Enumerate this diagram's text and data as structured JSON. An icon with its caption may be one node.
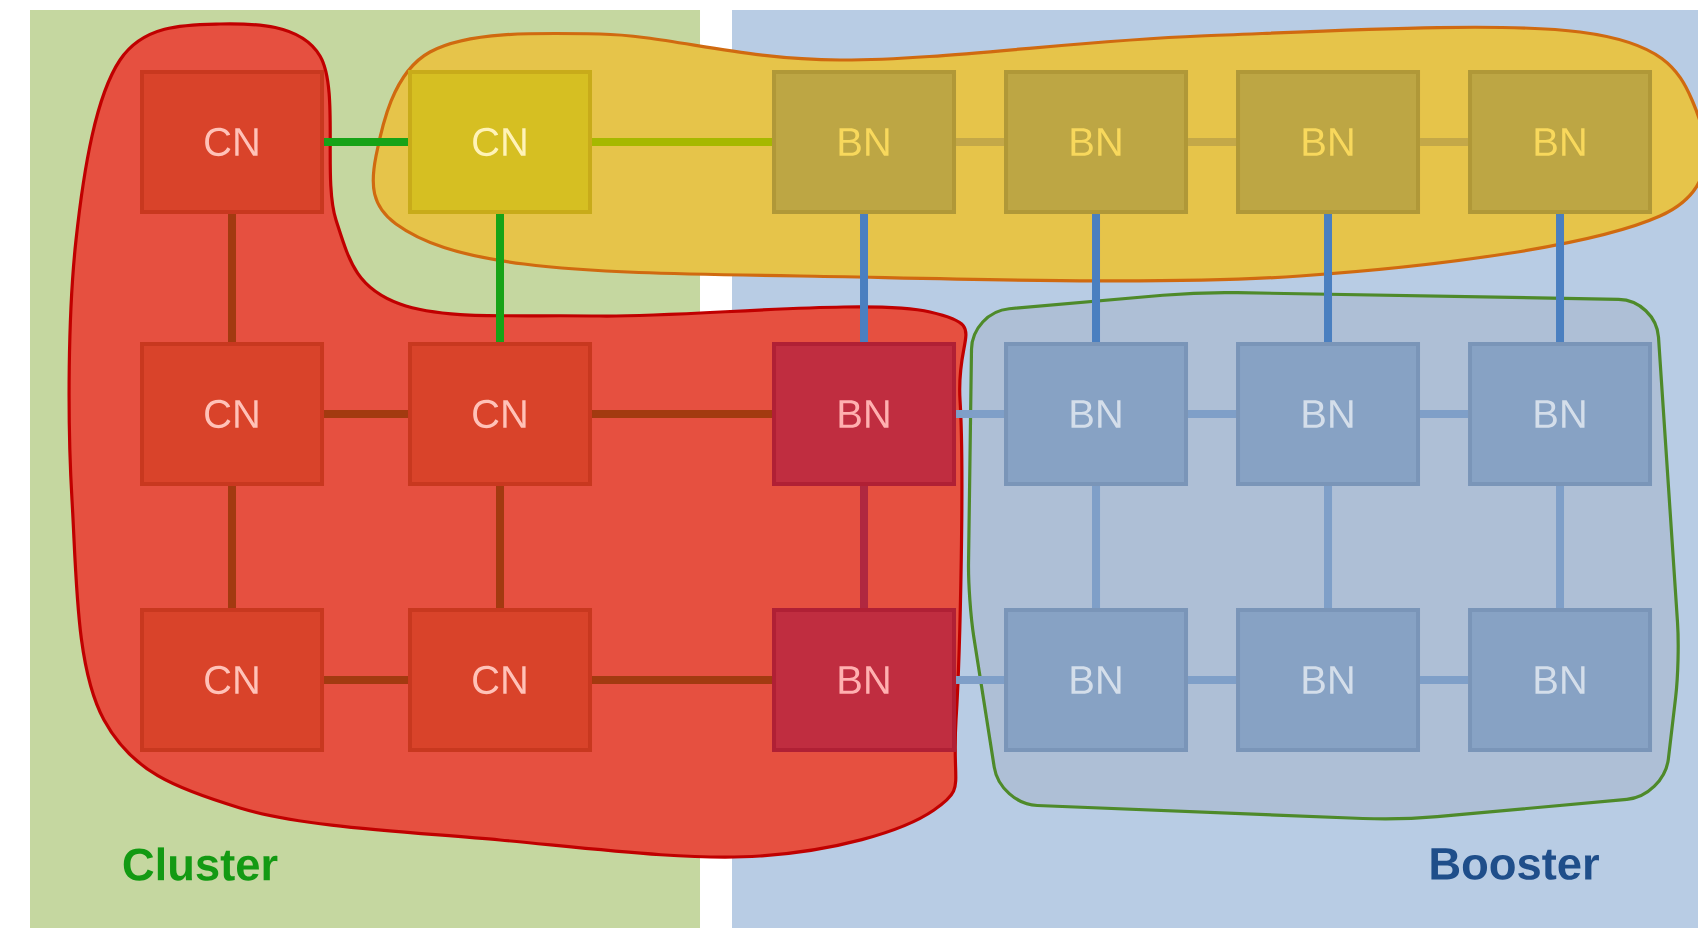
{
  "diagram": {
    "nodes": [
      {
        "text": [
          "Cluster"
        ]
      },
      {
        "text": [
          "Booster"
        ]
      },
      {
        "text": [
          "CN"
        ],
        "in": 0
      },
      {
        "text": [
          "CN"
        ],
        "in": 0
      },
      {
        "text": [
          "BN"
        ],
        "in": 1
      },
      {
        "text": [
          "BN"
        ],
        "in": 1
      },
      {
        "text": [
          "BN"
        ],
        "in": 1
      },
      {
        "text": [
          "BN"
        ],
        "in": 1
      },
      {
        "text": [
          "CN"
        ],
        "in": 0
      },
      {
        "text": [
          "CN"
        ],
        "in": 0
      },
      {
        "text": [
          "BN"
        ],
        "in": 1
      },
      {
        "text": [
          "BN"
        ],
        "in": 1
      },
      {
        "text": [
          "BN"
        ],
        "in": 1
      },
      {
        "text": [
          "BN"
        ],
        "in": 1
      },
      {
        "text": [
          "CN"
        ],
        "in": 0
      },
      {
        "text": [
          "CN"
        ],
        "in": 0
      },
      {
        "text": [
          "BN"
        ],
        "in": 1
      },
      {
        "text": [
          "BN"
        ],
        "in": 1
      },
      {
        "text": [
          "BN"
        ],
        "in": 1
      },
      {
        "text": [
          "BN"
        ],
        "in": 1
      }
    ],
    "edges": [
      {
        "from": 2,
        "to": 3,
        "arrow": "none",
        "color": "#17a317"
      },
      {
        "from": 3,
        "to": 4,
        "arrow": "none",
        "color": "#a6b800"
      },
      {
        "from": 4,
        "to": 5,
        "arrow": "none",
        "color": "#c4a848"
      },
      {
        "from": 5,
        "to": 6,
        "arrow": "none",
        "color": "#c4a848"
      },
      {
        "from": 6,
        "to": 7,
        "arrow": "none",
        "color": "#c4a848"
      },
      {
        "from": 8,
        "to": 9,
        "arrow": "none",
        "color": "#a33a10"
      },
      {
        "from": 9,
        "to": 10,
        "arrow": "none",
        "color": "#a33a10"
      },
      {
        "from": 10,
        "to": 11,
        "arrow": "none"
      },
      {
        "from": 11,
        "to": 12,
        "arrow": "none"
      },
      {
        "from": 12,
        "to": 13,
        "arrow": "none"
      },
      {
        "from": 14,
        "to": 15,
        "arrow": "none",
        "color": "#a33a10"
      },
      {
        "from": 15,
        "to": 16,
        "arrow": "none",
        "color": "#a33a10"
      },
      {
        "from": 16,
        "to": 17,
        "arrow": "none"
      },
      {
        "from": 17,
        "to": 18,
        "arrow": "none"
      },
      {
        "from": 18,
        "to": 19,
        "arrow": "none"
      },
      {
        "from": 2,
        "to": 8,
        "arrow": "none",
        "color": "#a33a10"
      },
      {
        "from": 3,
        "to": 9,
        "arrow": "none",
        "color": "#17a317"
      },
      {
        "from": 4,
        "to": 10,
        "arrow": "none",
        "color": "#4a7fc0"
      },
      {
        "from": 5,
        "to": 11,
        "arrow": "none",
        "color": "#4a7fc0"
      },
      {
        "from": 6,
        "to": 12,
        "arrow": "none",
        "color": "#4a7fc0"
      },
      {
        "from": 7,
        "to": 13,
        "arrow": "none",
        "color": "#4a7fc0"
      },
      {
        "from": 8,
        "to": 14,
        "arrow": "none",
        "color": "#a33a10"
      },
      {
        "from": 9,
        "to": 15,
        "arrow": "none",
        "color": "#a33a10"
      },
      {
        "from": 10,
        "to": 16,
        "arrow": "none",
        "color": "#b02840"
      },
      {
        "from": 11,
        "to": 17,
        "arrow": "none"
      },
      {
        "from": 12,
        "to": 18,
        "arrow": "none"
      },
      {
        "from": 13,
        "to": 19,
        "arrow": "none"
      }
    ]
  }
}
